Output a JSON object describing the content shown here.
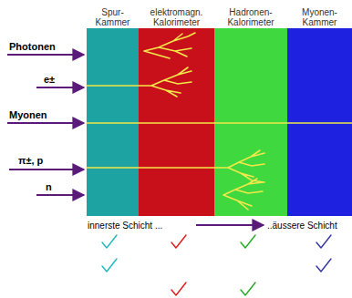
{
  "diagram": {
    "nodes": [
      {
        "text": [
          "Spur- Kammer"
        ]
      },
      {
        "text": [
          "elektromagn. Kalorimeter"
        ]
      },
      {
        "text": [
          "Hadronen- Kalorimeter"
        ]
      },
      {
        "text": [
          "Myonen- Kammer"
        ]
      }
    ],
    "labels": [
      "Photonen",
      "e±",
      "Myonen",
      "π±, p",
      "n",
      "innerste Schicht ...",
      "..äussere Schicht"
    ]
  }
}
